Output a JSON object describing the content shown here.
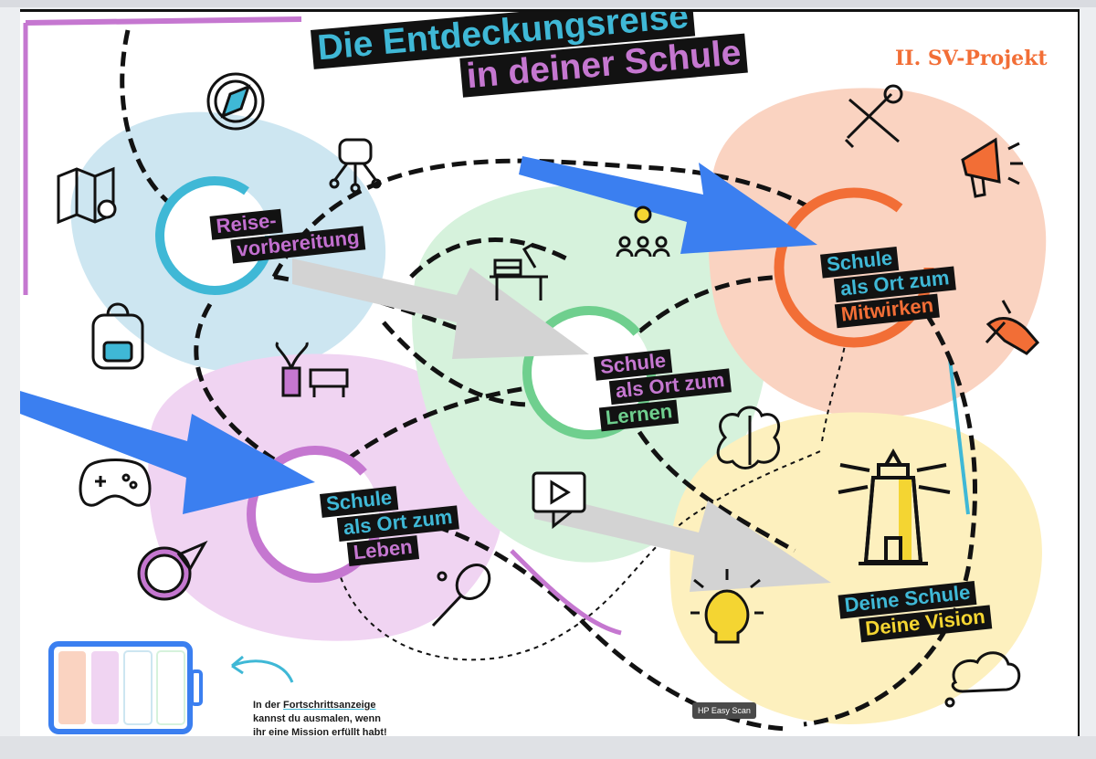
{
  "title": {
    "line1": "Die Entdeckungsreise",
    "line2": "in deiner Schule"
  },
  "project_label": "II.  SV-Projekt",
  "stations": {
    "reise": {
      "line1": "Reise-",
      "line2": "vorbereitung"
    },
    "lernen": {
      "line1": "Schule",
      "line2": "als Ort zum",
      "line3": "Lernen"
    },
    "mitwirken": {
      "line1": "Schule",
      "line2": "als Ort zum",
      "line3": "Mitwirken"
    },
    "leben": {
      "line1": "Schule",
      "line2": "als Ort zum",
      "line3": "Leben"
    },
    "vision": {
      "line1": "Deine Schule",
      "line2": "Deine Vision"
    }
  },
  "progress_note": {
    "line1_pre": "In der ",
    "line1_link": "Fortschrittsanzeige",
    "line2": "kannst du ausmalen, wenn",
    "line3": "ihr eine Mission erfüllt habt!"
  },
  "tooltip": "HP Easy Scan",
  "colors": {
    "blue": "#3fb8d6",
    "purple": "#c577d0",
    "orange": "#f26e36",
    "green": "#6fcf8e",
    "yellow": "#f4d532",
    "arrow_blue": "#3b7ff0",
    "arrow_gray": "#d3d3d3"
  },
  "icons": [
    "compass-icon",
    "rover-icon",
    "map-icon",
    "backpack-icon",
    "plant-chair-icon",
    "gamepad-icon",
    "pizza-icon",
    "desk-icon",
    "bulb-people-icon",
    "brain-icon",
    "video-icon",
    "tools-icon",
    "megaphone-icon",
    "handshake-icon",
    "lighthouse-icon",
    "bulb-icon",
    "racket-icon",
    "thought-cloud-icon"
  ]
}
